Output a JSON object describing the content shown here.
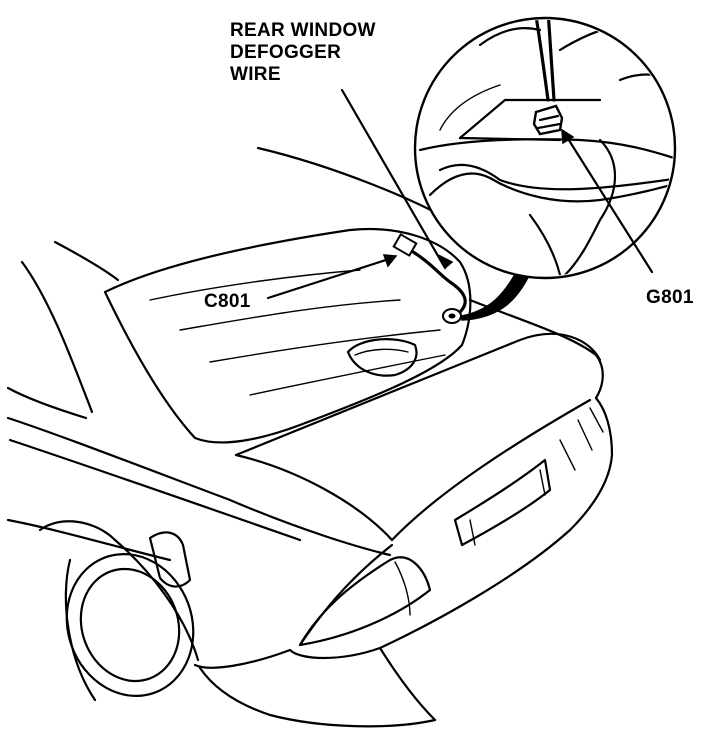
{
  "labels": {
    "rear_window_defogger_wire": [
      "REAR WINDOW",
      "DEFOGGER",
      "WIRE"
    ],
    "connector": "C801",
    "ground": "G801"
  }
}
